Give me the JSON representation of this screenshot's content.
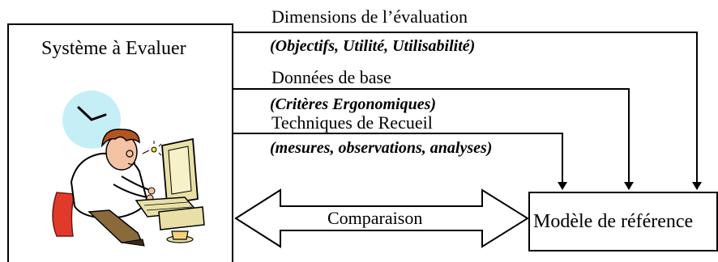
{
  "system_box": {
    "title": "Système à Evaluer"
  },
  "reference_box": {
    "title": "Modèle de référence"
  },
  "inputs": [
    {
      "label": "Dimensions de l’évaluation",
      "detail": "(Objectifs, Utilité, Utilisabilité)"
    },
    {
      "label": "Données de base",
      "detail": "(Critères Ergonomiques)"
    },
    {
      "label": "Techniques de Recueil",
      "detail": "(mesures, observations, analyses)"
    }
  ],
  "comparison": {
    "label": "Comparaison"
  },
  "clipart": {
    "icon": "person-at-computer-illustration",
    "colors": {
      "clock": "#c6eef7",
      "shirt": "#ffffff",
      "hair": "#b4551f",
      "chair": "#e23a2a",
      "computer": "#e8e0a6"
    }
  }
}
